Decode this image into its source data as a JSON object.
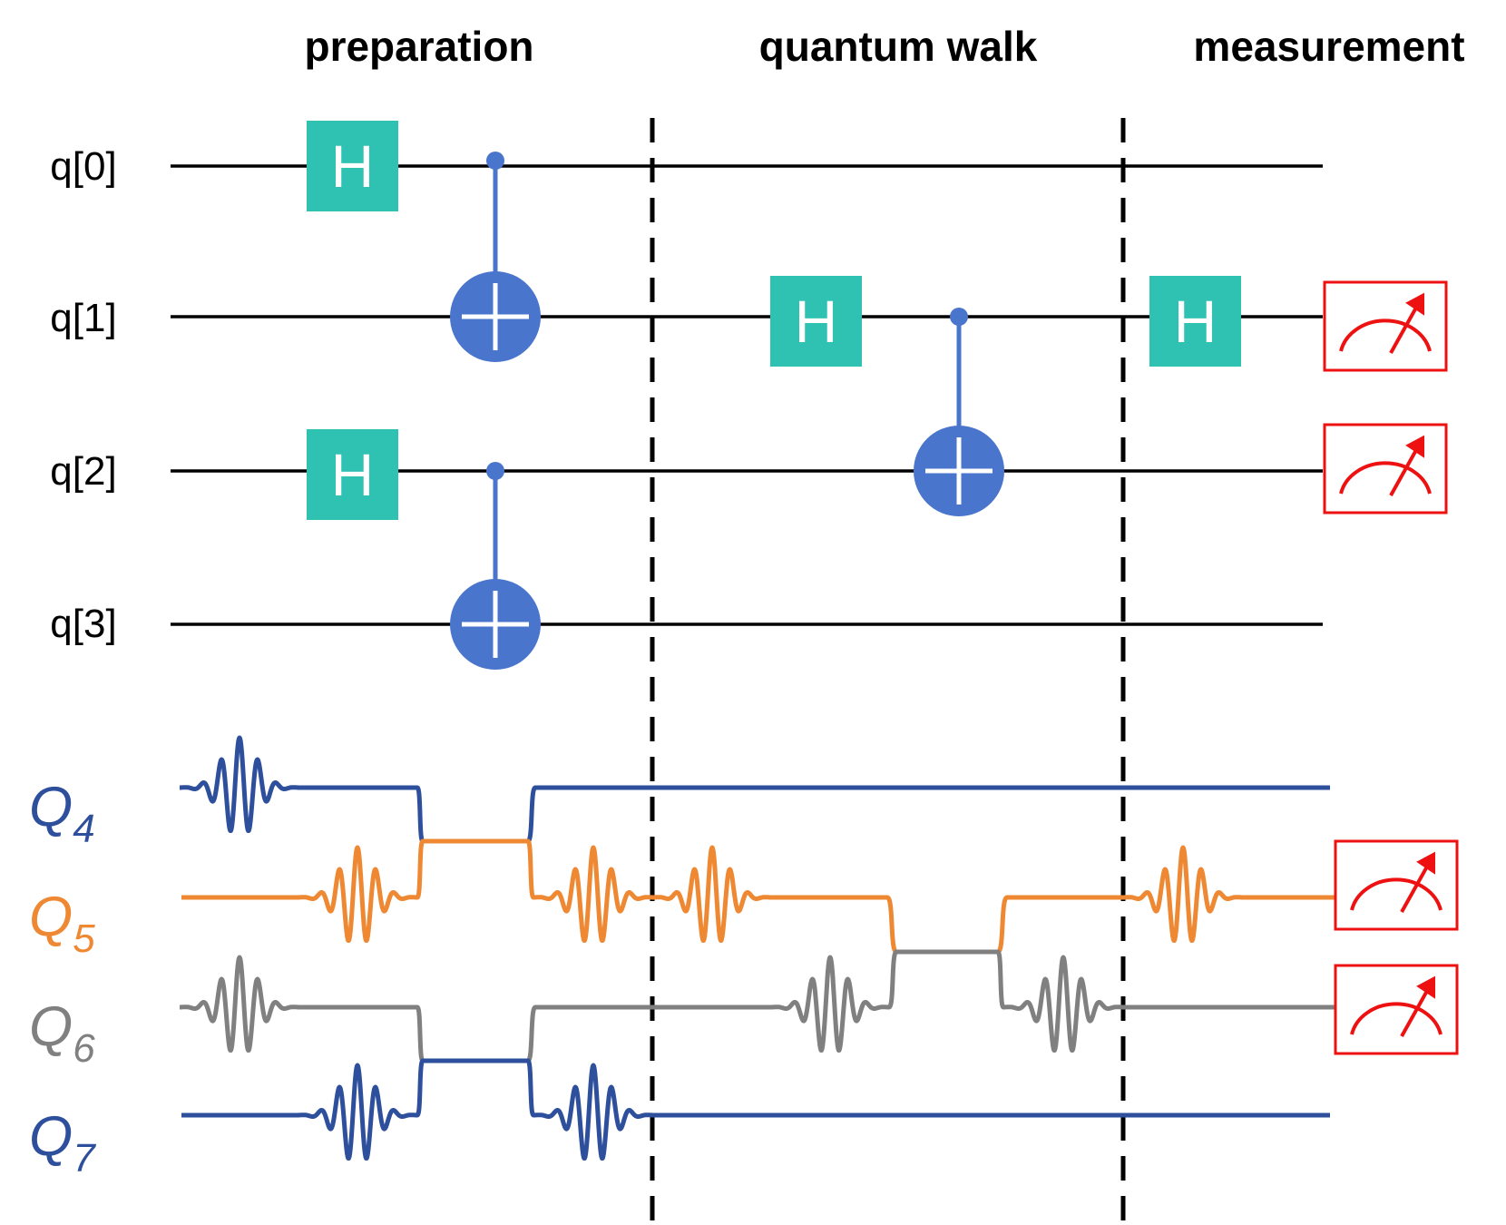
{
  "stages": [
    "preparation",
    "quantum walk",
    "measurement"
  ],
  "qubits": [
    "q[0]",
    "q[1]",
    "q[2]",
    "q[3]"
  ],
  "physical_qubits": [
    {
      "letter": "Q",
      "index": "4",
      "color": "#2e4f9c"
    },
    {
      "letter": "Q",
      "index": "5",
      "color": "#ee8833"
    },
    {
      "letter": "Q",
      "index": "6",
      "color": "#808080"
    },
    {
      "letter": "Q",
      "index": "7",
      "color": "#2e4f9c"
    }
  ],
  "gate_label": "H",
  "colors": {
    "h_gate": "#2fc1b2",
    "cnot": "#4a75cc",
    "measure": "#ee1111",
    "wire": "#000000"
  },
  "icons": [
    "hadamard-gate-icon",
    "cnot-target-icon",
    "control-dot-icon",
    "meter-icon"
  ]
}
